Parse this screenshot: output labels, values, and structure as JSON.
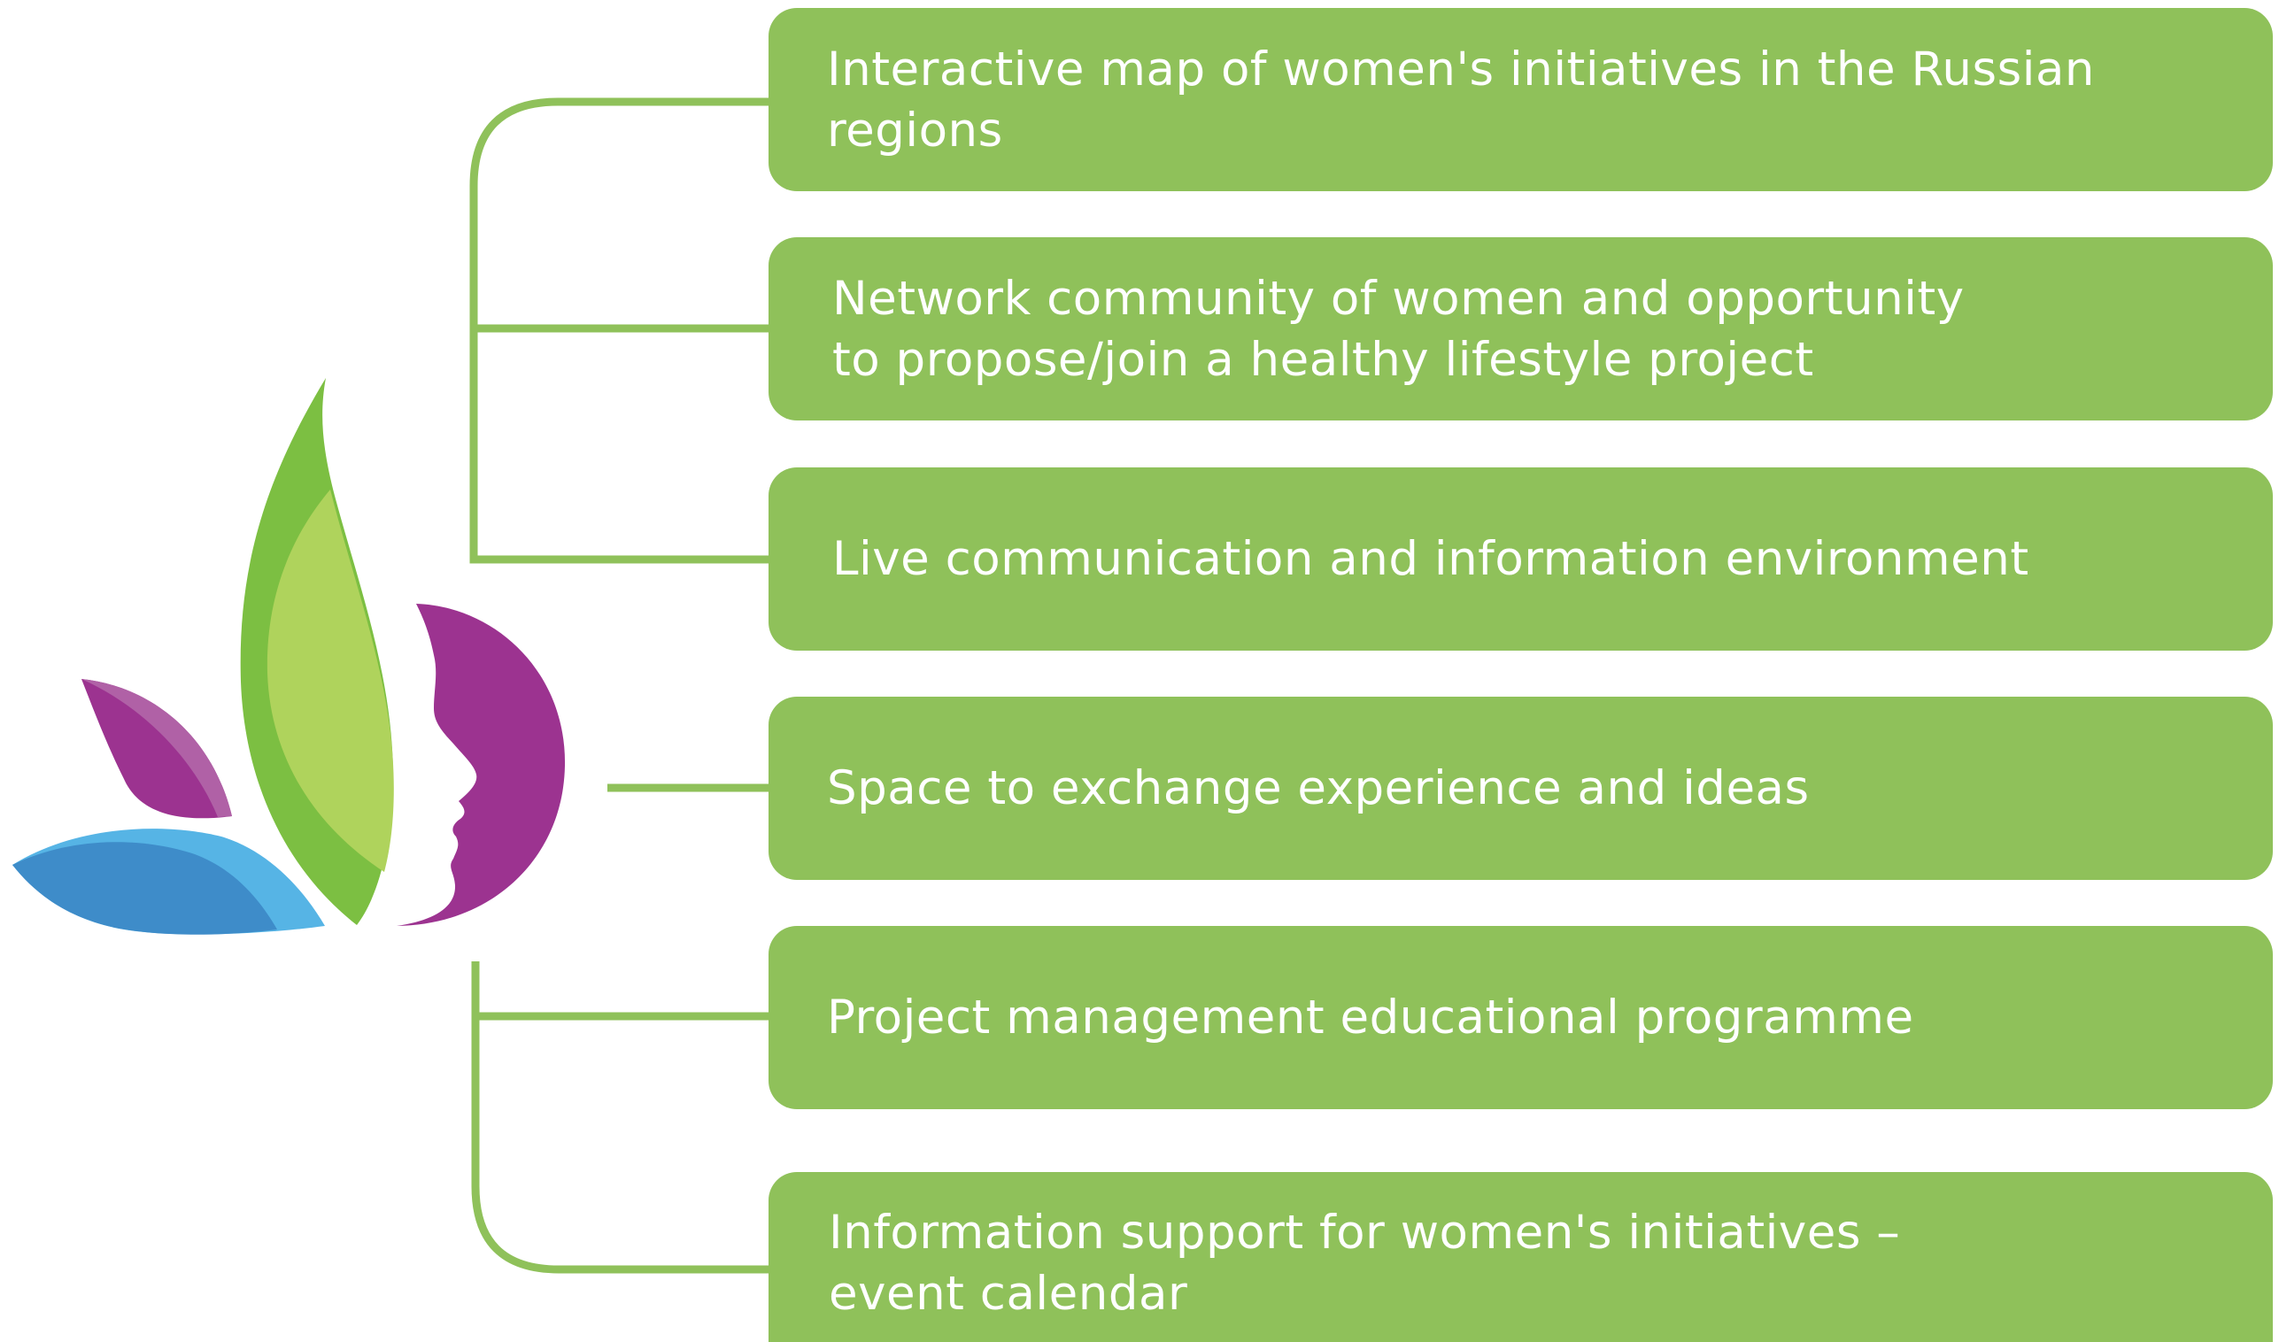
{
  "colors": {
    "box_fill": "#8fc15a",
    "connector": "#8fc15a",
    "leaf_green_dark": "#7cbf42",
    "leaf_green_light": "#afd35c",
    "purple": "#9c3390",
    "purple_light": "#b061a6",
    "blue_dark": "#3e8cc9",
    "blue_light": "#56b4e5",
    "text": "#ffffff"
  },
  "icons": [
    "leaf-logo-icon",
    "woman-profile-icon"
  ],
  "items": [
    {
      "label": "Interactive map of women's initiatives in the Russian regions"
    },
    {
      "label": "Network community of women and opportunity\nto propose/join a healthy lifestyle project"
    },
    {
      "label": "Live communication and information environment"
    },
    {
      "label": "Space to exchange experience and ideas"
    },
    {
      "label": "Project management educational programme"
    },
    {
      "label": "Information support for women's initiatives –\nevent calendar"
    }
  ]
}
